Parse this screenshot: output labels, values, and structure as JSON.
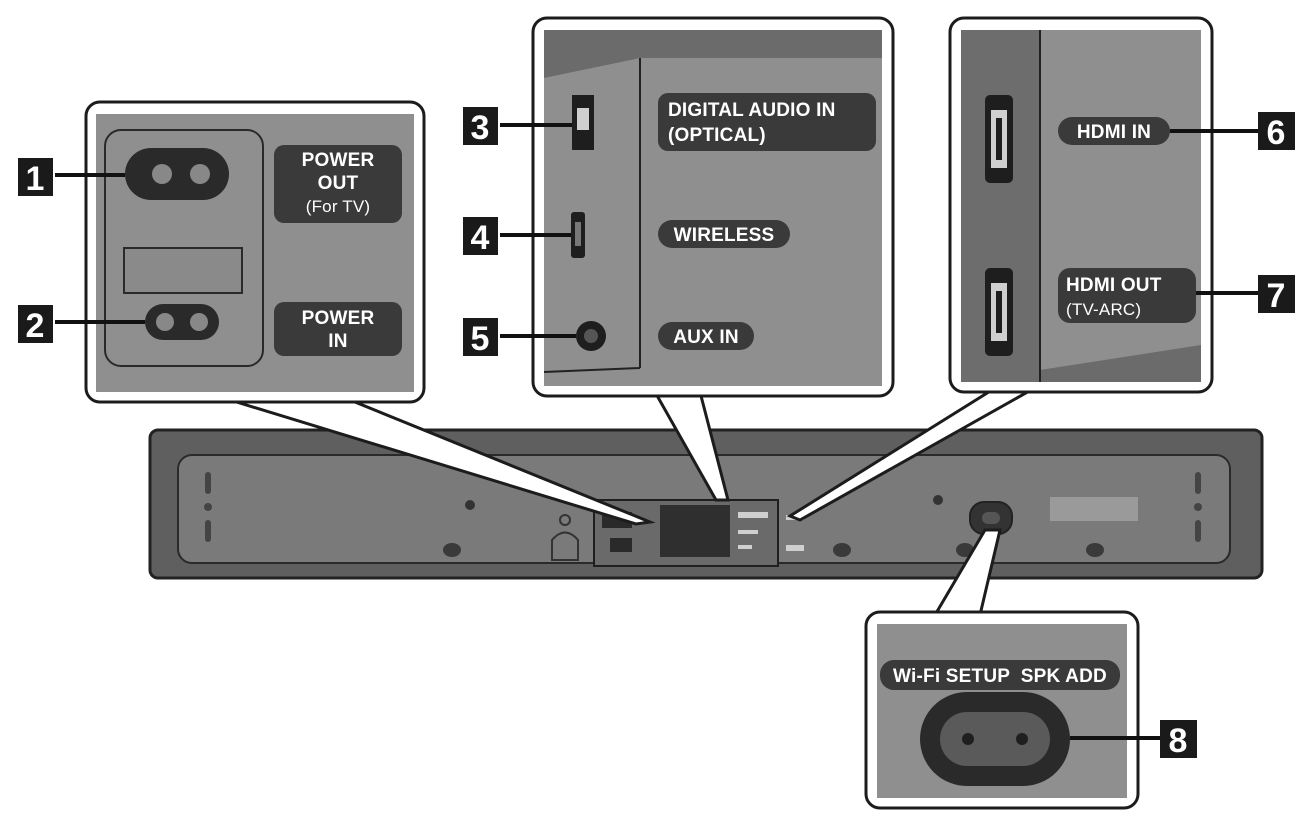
{
  "callouts": {
    "power": {
      "label_1": [
        "POWER",
        "OUT",
        "(For TV)"
      ],
      "label_2": [
        "POWER",
        "IN"
      ]
    },
    "inputs": {
      "label_3": [
        "DIGITAL AUDIO IN",
        "(OPTICAL)"
      ],
      "label_4": "WIRELESS",
      "label_5": "AUX IN"
    },
    "hdmi": {
      "label_6": "HDMI IN",
      "label_7": [
        "HDMI OUT",
        "(TV-ARC)"
      ]
    },
    "button": {
      "label_8": "Wi-Fi SETUP  SPK ADD"
    }
  },
  "numbers": [
    "1",
    "2",
    "3",
    "4",
    "5",
    "6",
    "7",
    "8"
  ],
  "colors": {
    "panel_gray": "#8f8f8f",
    "label_dark": "#3a3a3a",
    "number_box": "#1a1a1a",
    "soundbar_body": "#6e6e6e"
  }
}
